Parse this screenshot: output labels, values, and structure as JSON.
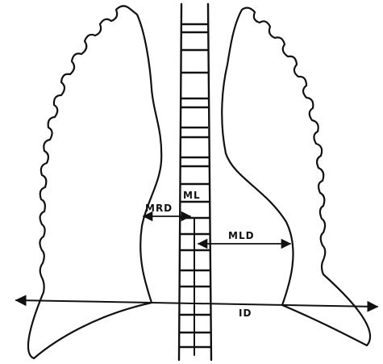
{
  "diagram": {
    "labels": {
      "mrd": "MRD",
      "ml": "ML",
      "mld": "MLD",
      "id": "ID"
    }
  }
}
